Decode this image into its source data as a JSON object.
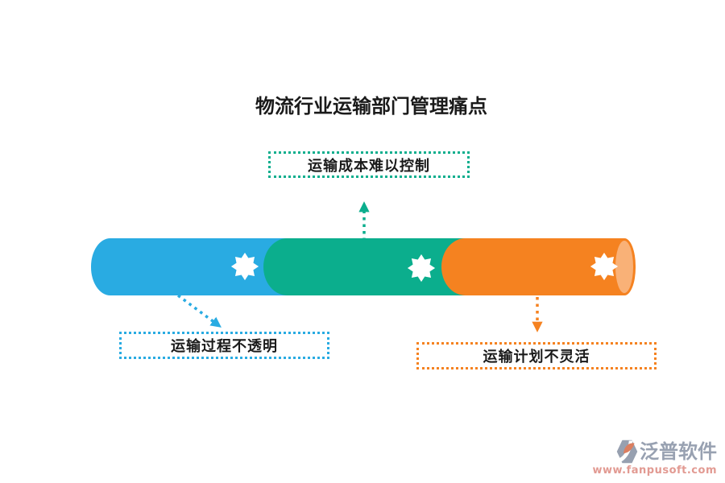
{
  "background": "#FFFFFF",
  "title": {
    "text": "物流行业运输部门管理痛点",
    "color": "#1A1A1A"
  },
  "callouts": {
    "cost": {
      "text": "运输成本难以控制",
      "accent": "#0BAE8D",
      "position": "top-center"
    },
    "process": {
      "text": "运输过程不透明",
      "accent": "#29ABE2",
      "position": "bottom-left"
    },
    "plan": {
      "text": "运输计划不灵活",
      "accent": "#F58220",
      "position": "bottom-right"
    }
  },
  "pipeline": {
    "shape": "3d-cylinder-bar",
    "segments": [
      {
        "id": "segment-process",
        "color": "#29ABE2"
      },
      {
        "id": "segment-cost",
        "color": "#0BAE8D"
      },
      {
        "id": "segment-plan",
        "color": "#F58220",
        "cap_color": "#F9B177"
      }
    ],
    "star_icon_color": "#FFFFFF"
  },
  "watermark": {
    "brand": "泛普软件",
    "url": "www.fanpusoft.com",
    "brand_color": "#98A1B1",
    "url_color": "#E29A92"
  }
}
